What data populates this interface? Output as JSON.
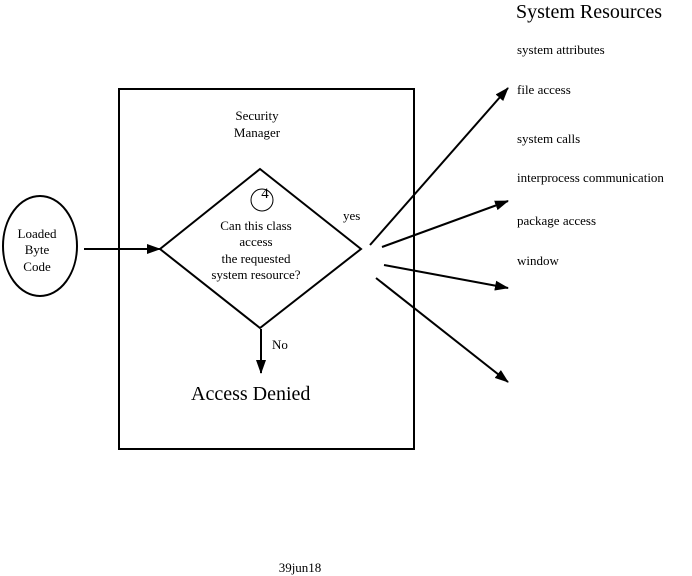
{
  "resources": {
    "title": "System Resources",
    "items": [
      "system attributes",
      "file access",
      "system calls",
      "interprocess communication",
      "package access",
      "window"
    ]
  },
  "input": {
    "line1": "Loaded",
    "line2": "Byte",
    "line3": "Code"
  },
  "manager": {
    "line1": "Security",
    "line2": "Manager"
  },
  "decision": {
    "step_number": "4",
    "line1": "Can this class",
    "line2": "access",
    "line3": "the requested",
    "line4": "system resource?"
  },
  "yes_label": "yes",
  "no_label": "No",
  "denied_label": "Access Denied",
  "footer": "39jun18"
}
